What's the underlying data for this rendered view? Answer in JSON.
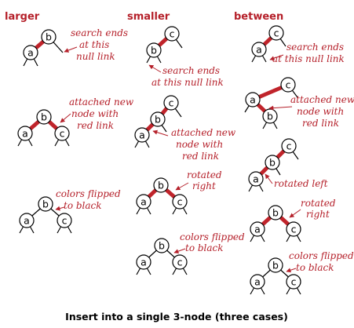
{
  "colors": {
    "red_link": "#c0242b",
    "annotation": "#b5202a",
    "black_link": "#000000",
    "node_fill": "#ffffff"
  },
  "columns": {
    "larger": "larger",
    "smaller": "smaller",
    "between": "between"
  },
  "nodes": {
    "a": "a",
    "b": "b",
    "c": "c"
  },
  "annotations": {
    "larger_search": [
      "search ends",
      "at this",
      "null link"
    ],
    "larger_attached": [
      "attached new",
      "node with",
      "red link"
    ],
    "larger_flipped": [
      "colors flipped",
      "to black"
    ],
    "smaller_search": [
      "search ends",
      "at this null link"
    ],
    "smaller_attached": [
      "attached new",
      "node with",
      "red link"
    ],
    "smaller_rotated": [
      "rotated",
      "right"
    ],
    "smaller_flipped": [
      "colors flipped",
      "to black"
    ],
    "between_search": [
      "search ends",
      "at this null link"
    ],
    "between_attached": [
      "attached new",
      "node with",
      "red link"
    ],
    "between_rotated_left": [
      "rotated left"
    ],
    "between_rotated_right": [
      "rotated",
      "right"
    ],
    "between_flipped": [
      "colors flipped",
      "to black"
    ]
  },
  "caption": "Insert into a single 3-node (three cases)"
}
